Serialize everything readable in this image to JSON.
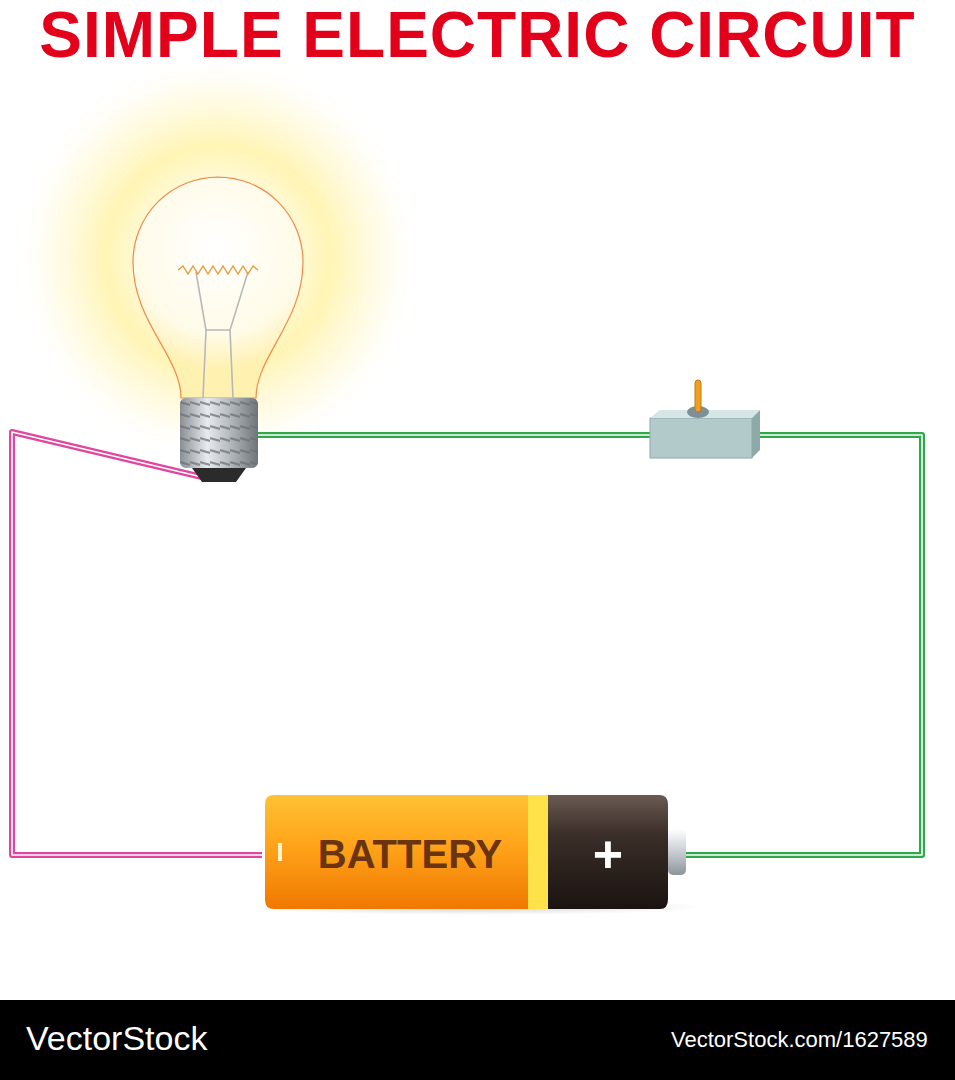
{
  "diagram": {
    "title": "SIMPLE ELECTRIC CIRCUIT",
    "nodes": [
      {
        "text": [
          "BATTERY",
          "+"
        ]
      }
    ],
    "labels": [
      "VectorStock",
      "VectorStock.com/1627589"
    ]
  }
}
